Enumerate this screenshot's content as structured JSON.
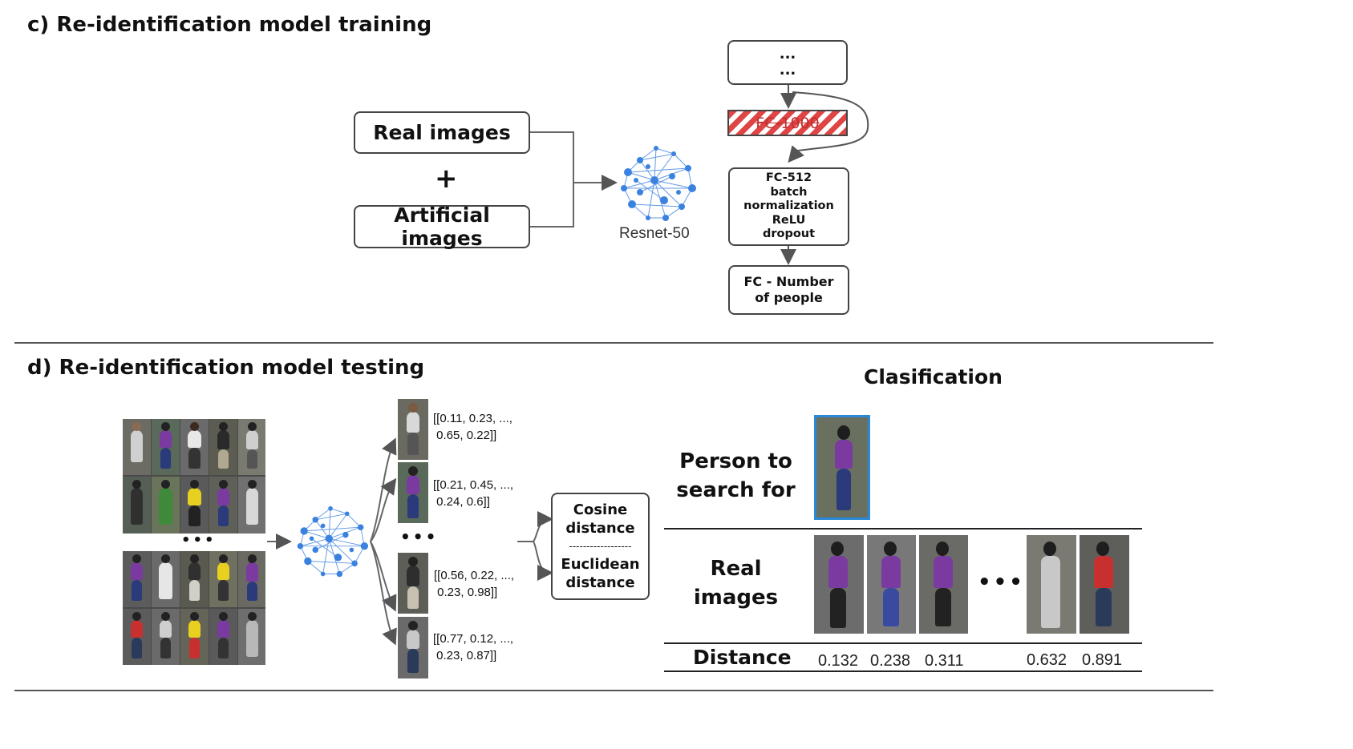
{
  "training": {
    "title": "c) Re-identification model training",
    "real_images": "Real images",
    "plus": "+",
    "artificial_images": "Artificial images",
    "network_label": "Resnet-50",
    "top_layer_line1": "...",
    "top_layer_line2": "...",
    "removed_layer": "FC-1000",
    "fc512_lines": [
      "FC-512",
      "batch normalization",
      "ReLU",
      "dropout"
    ],
    "final_layer_lines": [
      "FC - Number",
      "of people"
    ]
  },
  "testing": {
    "title": "d) Re-identification model testing",
    "ellipsis": "•••",
    "vectors": [
      "[[0.11, 0.23, ...,\n 0.65, 0.22]]",
      "[[0.21, 0.45, ...,\n 0.24, 0.6]]",
      "[[0.56, 0.22, ...,\n 0.23, 0.98]]",
      "[[0.77, 0.12, ...,\n 0.23, 0.87]]"
    ],
    "distance_box": {
      "line1": "Cosine",
      "line2": "distance",
      "separator": "------------------",
      "line3": "Euclidean",
      "line4": "distance"
    }
  },
  "classification": {
    "title": "Clasification",
    "query_label": "Person to\nsearch for",
    "gallery_label": "Real\nimages",
    "distance_label": "Distance",
    "distances": [
      "0.132",
      "0.238",
      "0.311",
      "0.632",
      "0.891"
    ],
    "ellipsis": "•••"
  },
  "colors": {
    "network_blue": "#3b82e0",
    "removed_red": "#e04545",
    "query_border": "#2b8ad8",
    "purple_shirt": "#7a3aa0"
  }
}
